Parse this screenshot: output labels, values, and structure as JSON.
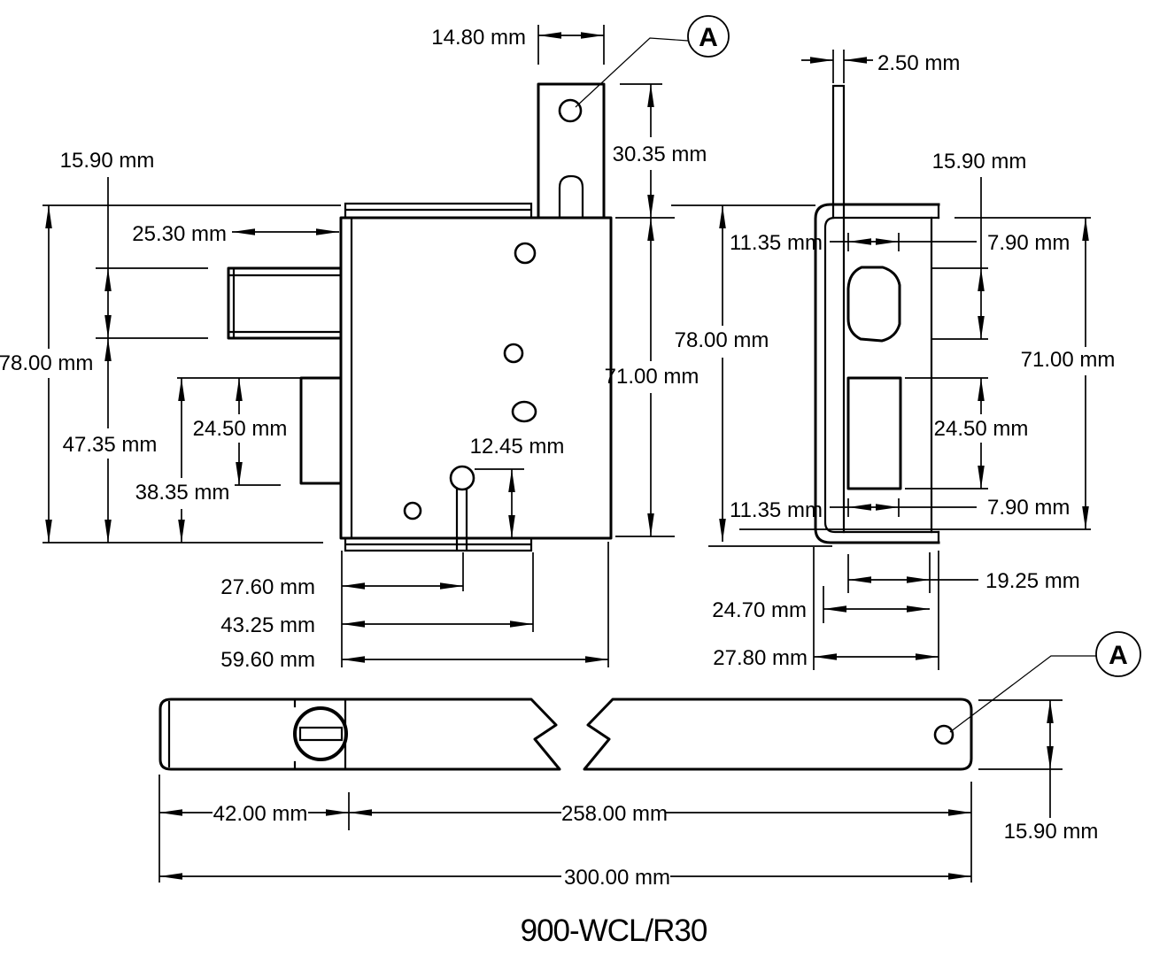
{
  "title": "900-WCL/R30",
  "balloons": {
    "top": "A",
    "bottom": "A"
  },
  "front_view": {
    "dims": {
      "tab_width": "14.80 mm",
      "tab_height": "30.35 mm",
      "plate_height": "71.00 mm",
      "overall_height": "78.00 mm",
      "bolt_height": "15.90 mm",
      "bolt_projection": "25.30 mm",
      "bolt_to_bottom": "47.35 mm",
      "guide_to_bottom": "38.35 mm",
      "guide_height": "24.50 mm",
      "pin_height": "12.45 mm",
      "pin_offset": "27.60 mm",
      "flange_width": "43.25 mm",
      "body_width": "59.60 mm"
    }
  },
  "side_view": {
    "dims": {
      "rod_thickness": "2.50 mm",
      "bolt_height": "15.90 mm",
      "top_inset": "11.35 mm",
      "overall_height": "78.00 mm",
      "plate_height": "71.00 mm",
      "hole_width_top": "7.90 mm",
      "slot_height": "24.50 mm",
      "hole_width_bottom": "7.90 mm",
      "bottom_inset": "11.35 mm",
      "slot_width": "19.25 mm",
      "inner_depth": "24.70 mm",
      "outer_depth": "27.80 mm"
    }
  },
  "strip_view": {
    "dims": {
      "cylinder_section": "42.00 mm",
      "strip_section": "258.00 mm",
      "overall_length": "300.00 mm",
      "strip_height": "15.90 mm"
    }
  }
}
